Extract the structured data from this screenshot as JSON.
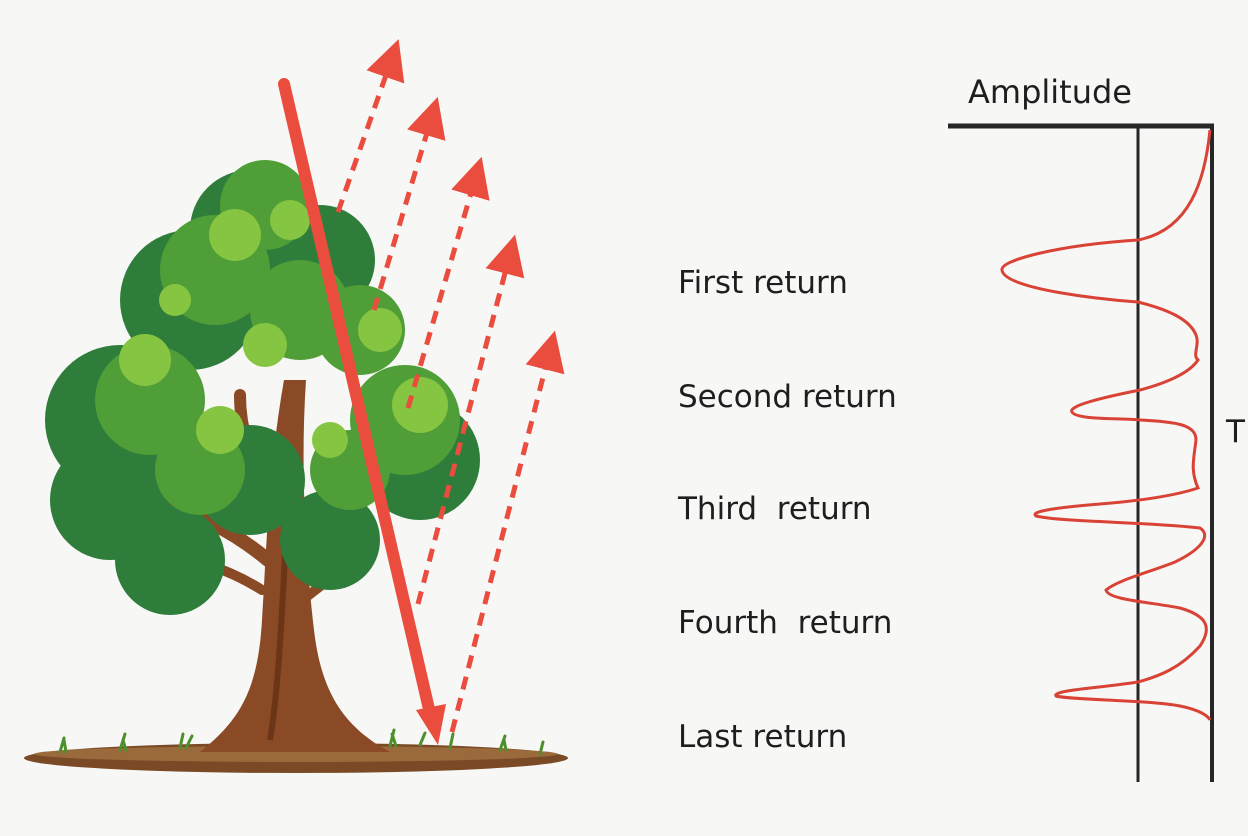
{
  "waveform": {
    "amplitude_label": "Amplitude",
    "time_label": "T",
    "trace_color": "#d94336",
    "axis_color": "#262626"
  },
  "returns": [
    {
      "label": "First return"
    },
    {
      "label": "Second return"
    },
    {
      "label": "Third  return"
    },
    {
      "label": "Fourth  return"
    },
    {
      "label": "Last return"
    }
  ],
  "tree": {
    "pulse_color": "#ea4c3e",
    "foliage_colors": [
      "#2f7d3a",
      "#4f9e38",
      "#86c541"
    ],
    "trunk_color": "#8b4a26",
    "ground_color": "#7a4a26",
    "grass_color": "#4d8f2c"
  },
  "icons": {
    "incident_pulse": "downward-laser-arrow-icon",
    "reflected_pulses": "upward-dashed-arrow-icon"
  }
}
